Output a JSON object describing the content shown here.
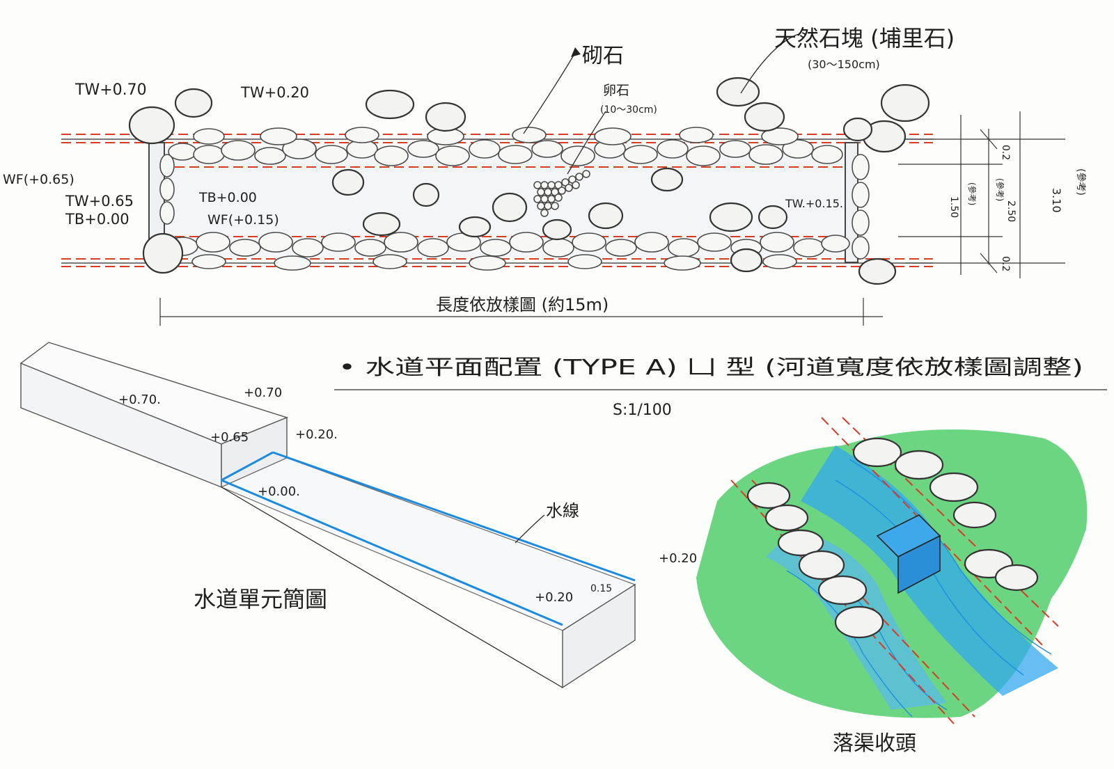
{
  "plan": {
    "title": "• 水道平面配置 (TYPE A)  凵 型 (河道寬度依放樣圖調整)",
    "scale": "S:1/100",
    "length_note": "長度依放樣圖 (約15m)",
    "stone_label": "天然石塊 (埔里石)",
    "stone_size": "(30～150cm)",
    "masonry_label": "砌石",
    "cobble_label": "卵石",
    "cobble_size": "(10～30cm)",
    "tw_070": "TW+0.70",
    "tw_020": "TW+0.20",
    "wf_065": "WF(+0.65)",
    "tw_065": "TW+0.65",
    "tb_000_left": "TB+0.00",
    "tb_000_mid": "TB+0.00",
    "wf_015": "WF(+0.15)",
    "tw_015": "TW.+0.15.",
    "dim_top": "0.2",
    "dim_bottom": "0.2",
    "dim_channel": "1.50",
    "dim_channel_note": "(參考)",
    "dim_width": "2.50",
    "dim_width_note": "(參考)",
    "dim_total": "3.10",
    "dim_total_note": "(參考)"
  },
  "section": {
    "title": "水道單元簡圖",
    "water_line": "水線",
    "v070": "+0.70.",
    "v070b": "+0.70",
    "v065": "+0.65",
    "v020a": "+0.20.",
    "v000": "+0.00.",
    "v020b": "+0.20",
    "v020c": "+0.20",
    "v015": "0.15"
  },
  "perspective": {
    "title": "落渠收頭"
  },
  "colors": {
    "pencil": "#333333",
    "red_dash": "#d93a22",
    "water_blue": "#1a8be0",
    "grass_green": "#27c04a"
  }
}
